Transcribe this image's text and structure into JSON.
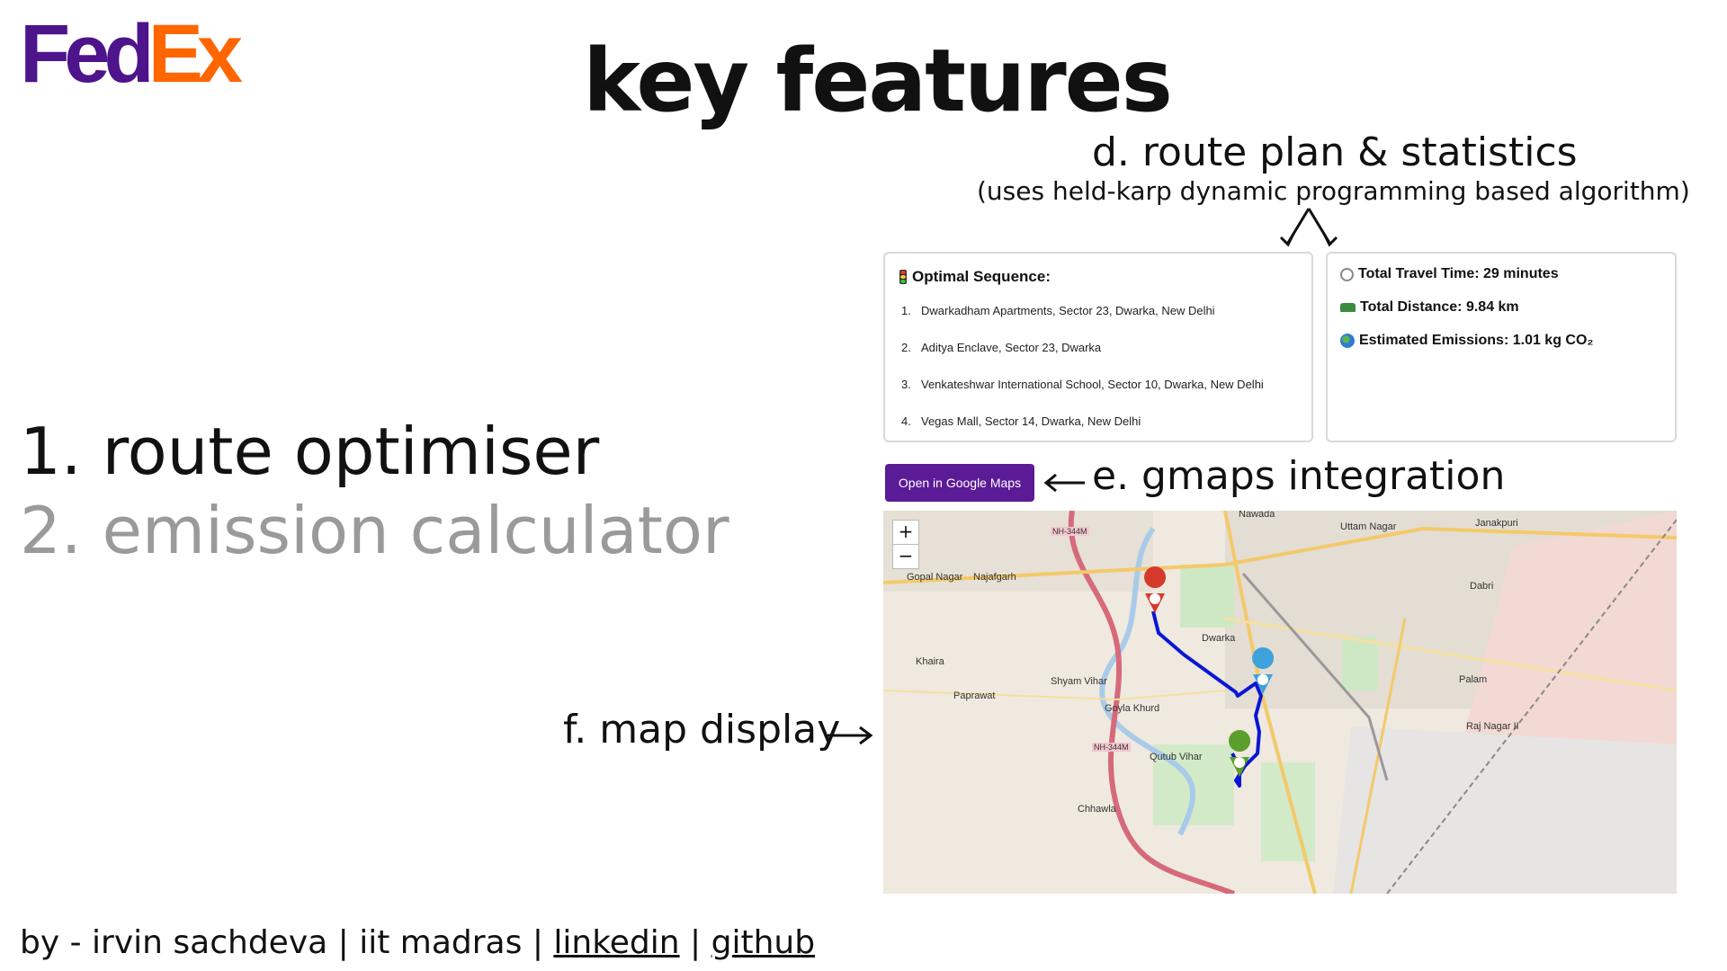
{
  "logo": {
    "fed": "Fed",
    "ex": "Ex"
  },
  "title": "key features",
  "features": [
    "1. route optimiser",
    "2. emission calculator"
  ],
  "annotations": {
    "d_title": "d. route plan & statistics",
    "d_sub": "(uses held-karp dynamic programming based algorithm)",
    "e": "e. gmaps integration",
    "f": "f. map display"
  },
  "sequence_card": {
    "heading": "Optimal Sequence:",
    "icon": "traffic-light-icon",
    "items": [
      {
        "num": "1.",
        "text": "Dwarkadham Apartments, Sector 23, Dwarka, New Delhi"
      },
      {
        "num": "2.",
        "text": "Aditya Enclave, Sector 23, Dwarka"
      },
      {
        "num": "3.",
        "text": "Venkateshwar International School, Sector 10, Dwarka, New Delhi"
      },
      {
        "num": "4.",
        "text": "Vegas Mall, Sector 14, Dwarka, New Delhi"
      }
    ]
  },
  "stats_card": {
    "time": "Total Travel Time: 29 minutes",
    "distance": "Total Distance: 9.84 km",
    "emissions": "Estimated Emissions: 1.01 kg CO₂"
  },
  "gmaps_button": "Open in Google Maps",
  "map": {
    "zoom_in": "+",
    "zoom_out": "−",
    "labels": {
      "nawada": "Nawada",
      "uttam_nagar": "Uttam Nagar",
      "janakpuri": "Janakpuri",
      "gopal_nagar": "Gopal Nagar",
      "najafgarh": "Najafgarh",
      "dabri": "Dabri",
      "dwarka": "Dwarka",
      "khaira": "Khaira",
      "shyam_vihar": "Shyam Vihar",
      "paprawat": "Paprawat",
      "goyla_khurd": "Goyla Khurd",
      "palam": "Palam",
      "raj_nagar": "Raj Nagar II",
      "qutub_vihar": "Qutub Vihar",
      "chhawla": "Chhawla",
      "nh344m_top": "NH-344M",
      "nh344m_bottom": "NH-344M"
    }
  },
  "footer": {
    "prefix": "by - irvin sachdeva | iit madras | ",
    "linkedin": "linkedin",
    "sep": " | ",
    "github": "github"
  },
  "colors": {
    "fedex_purple": "#4d148c",
    "fedex_orange": "#ff6600",
    "button": "#5b1a96",
    "route": "#0b16d4"
  }
}
